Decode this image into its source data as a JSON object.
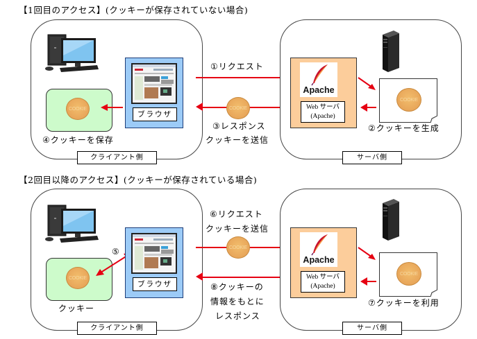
{
  "sections": [
    {
      "title": "【1回目のアクセス】(クッキーが保存されていない場合)",
      "client": {
        "side_label": "クライアント側",
        "browser_label": "ブラウザ",
        "cookie_caption": "④クッキーを保存",
        "cookie_text": "COOKIE"
      },
      "middle": {
        "request_label": "①リクエスト",
        "response_label_line1": "③レスポンス",
        "response_label_line2": "クッキーを送信",
        "cookie_text": "COOKIE"
      },
      "server": {
        "side_label": "サーバ側",
        "apache_word": "Apache",
        "web_label_line1": "Web サーバ",
        "web_label_line2": "(Apache)",
        "paper_caption": "②クッキーを生成",
        "cookie_text": "COOKIE"
      }
    },
    {
      "title": "【2回目以降のアクセス】(クッキーが保存されている場合)",
      "client": {
        "side_label": "クライアント側",
        "browser_label": "ブラウザ",
        "cookie_caption": "クッキー",
        "step_marker": "⑤",
        "cookie_text": "COOKIE"
      },
      "middle": {
        "request_label_line1": "⑥リクエスト",
        "request_label_line2": "クッキーを送信",
        "response_label_line1": "⑧クッキーの",
        "response_label_line2": "情報をもとに",
        "response_label_line3": "レスポンス",
        "cookie_text": "COOKIE"
      },
      "server": {
        "side_label": "サーバ側",
        "apache_word": "Apache",
        "web_label_line1": "Web サーバ",
        "web_label_line2": "(Apache)",
        "paper_caption": "⑦クッキーを利用",
        "cookie_text": "COOKIE"
      }
    }
  ],
  "colors": {
    "arrow": "#e60012",
    "browser_panel": "#9ccbf7",
    "apache_panel": "#fccd9b",
    "cookie_store": "#cdfbcb",
    "cookie": "#e8a65a"
  }
}
